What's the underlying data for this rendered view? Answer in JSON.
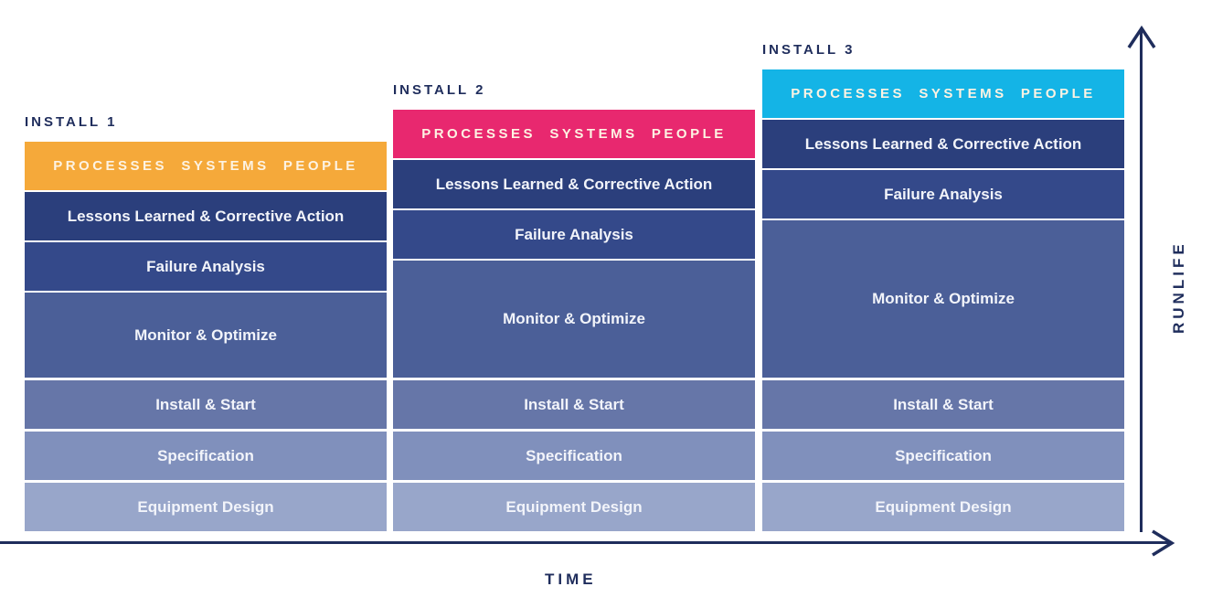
{
  "axes": {
    "x_label": "TIME",
    "y_label": "RUNLIFE"
  },
  "installs": [
    {
      "label": "INSTALL 1",
      "header": "PROCESSES  SYSTEMS  PEOPLE",
      "header_color": "#F5A93A",
      "stages": [
        "Lessons Learned & Corrective Action",
        "Failure Analysis",
        "Monitor & Optimize",
        "Install & Start",
        "Specification",
        "Equipment Design"
      ]
    },
    {
      "label": "INSTALL 2",
      "header": "PROCESSES  SYSTEMS  PEOPLE",
      "header_color": "#E8286F",
      "stages": [
        "Lessons Learned & Corrective Action",
        "Failure Analysis",
        "Monitor & Optimize",
        "Install & Start",
        "Specification",
        "Equipment Design"
      ]
    },
    {
      "label": "INSTALL 3",
      "header": "PROCESSES  SYSTEMS  PEOPLE",
      "header_color": "#14B4E6",
      "stages": [
        "Lessons Learned & Corrective Action",
        "Failure Analysis",
        "Monitor & Optimize",
        "Install & Start",
        "Specification",
        "Equipment Design"
      ]
    }
  ],
  "stage_colors": [
    "#2B3F7C",
    "#34498A",
    "#4B5F98",
    "#6676A8",
    "#8090BC",
    "#98A6CA"
  ]
}
